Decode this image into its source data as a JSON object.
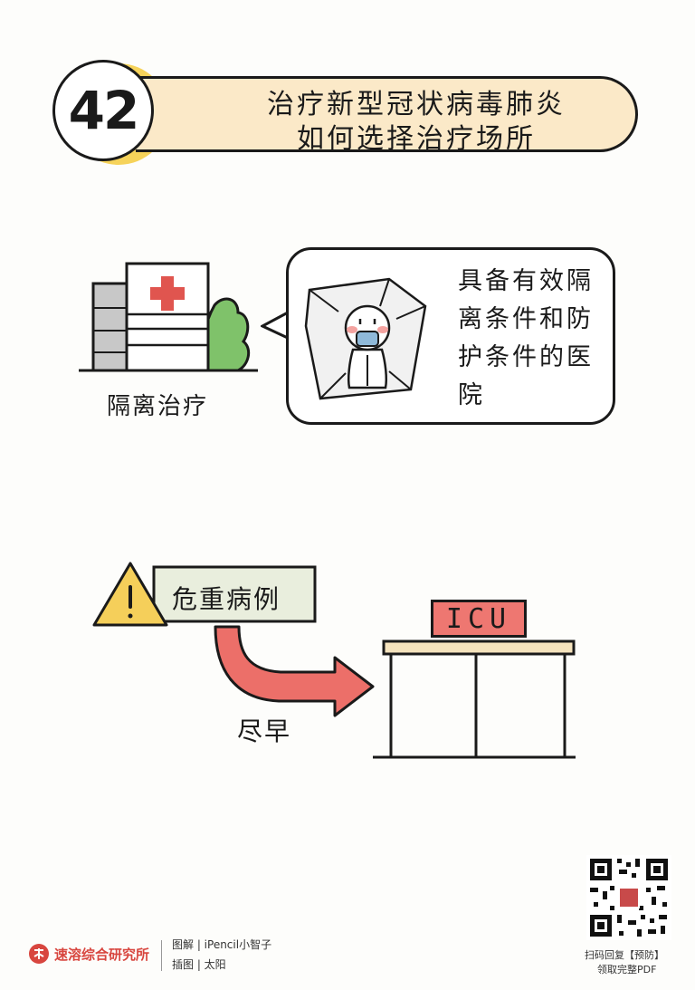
{
  "header": {
    "number": "42",
    "title_line1": "治疗新型冠状病毒肺炎",
    "title_line2": "如何选择治疗场所"
  },
  "section1": {
    "hospital_label": "隔离治疗",
    "bubble_text": "具备有效隔离条件和防护条件的医院"
  },
  "section2": {
    "warning_label": "危重病例",
    "arrow_label": "尽早",
    "icu_label": "ICU"
  },
  "footer": {
    "org_name": "速溶综合研究所",
    "credit_line1": "图解 | iPencil小智子",
    "credit_line2": "插图 | 太阳",
    "qr_caption_line1": "扫码回复【预防】",
    "qr_caption_line2": "领取完整PDF"
  },
  "colors": {
    "banner": "#fbe9c8",
    "badge_accent": "#f6d35a",
    "red_cross": "#e0554f",
    "warning_yellow": "#f5cf5a",
    "label_green": "#e9eedd",
    "arrow": "#ec6f69",
    "icu_sign": "#ee7771",
    "bush": "#7fc26a",
    "building_gray": "#c8c8c8"
  }
}
